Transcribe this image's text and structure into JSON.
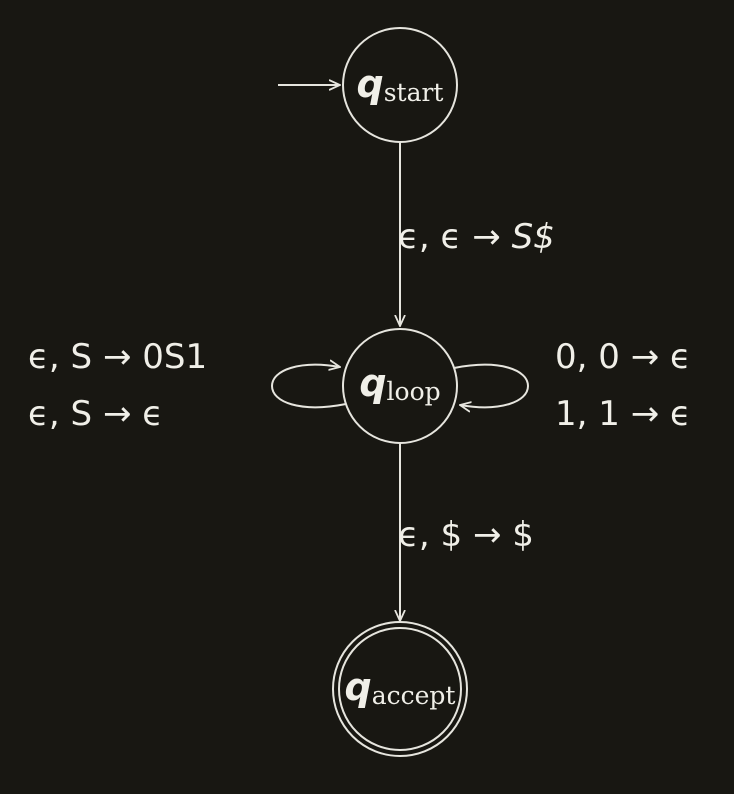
{
  "states": {
    "start": {
      "symbol": "q",
      "subscript": "start"
    },
    "loop": {
      "symbol": "q",
      "subscript": "loop"
    },
    "accept": {
      "symbol": "q",
      "subscript": "accept"
    }
  },
  "transitions": {
    "start_to_loop": {
      "input": "ϵ, ϵ",
      "arrow": "→",
      "push": "S$"
    },
    "loop_to_accept": {
      "input": "ϵ, $",
      "arrow": "→",
      "push": "$"
    },
    "left_self_loop": [
      {
        "input": "ϵ, S",
        "arrow": "→",
        "push": "0S1"
      },
      {
        "input": "ϵ, S",
        "arrow": "→",
        "push": "ϵ"
      }
    ],
    "right_self_loop": [
      {
        "input": "0, 0",
        "arrow": "→",
        "push": "ϵ"
      },
      {
        "input": "1, 1",
        "arrow": "→",
        "push": "ϵ"
      }
    ]
  },
  "colors": {
    "background": "#181712",
    "foreground": "#f0efe8"
  }
}
